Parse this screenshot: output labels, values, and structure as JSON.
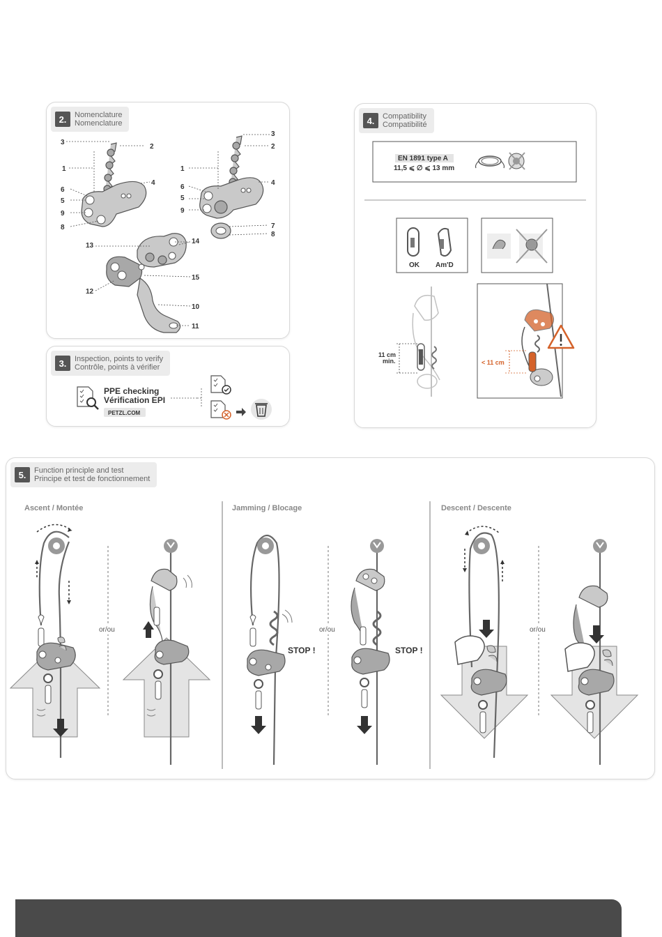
{
  "nomenclature": {
    "number": "2.",
    "title_en": "Nomenclature",
    "title_fr": "Nomenclature",
    "labels_left": [
      "3",
      "2",
      "1",
      "4",
      "6",
      "5",
      "9",
      "8"
    ],
    "labels_right": [
      "3",
      "2",
      "1",
      "4",
      "6",
      "5",
      "9",
      "7",
      "8"
    ],
    "labels_open": [
      "13",
      "14",
      "15",
      "12",
      "10",
      "11"
    ]
  },
  "inspection": {
    "number": "3.",
    "title_en": "Inspection, points to verify",
    "title_fr": "Contrôle, points à vérifier",
    "ppe_line1": "PPE checking",
    "ppe_line2": "Vérification EPI",
    "site": "PETZL.COM"
  },
  "compatibility": {
    "number": "4.",
    "title_en": "Compatibility",
    "title_fr": "Compatibilité",
    "standard": "EN 1891 type A",
    "diameter": "11,5 ⩽ ∅ ⩽ 13 mm",
    "carabiner_ok": "OK",
    "carabiner_amd": "Am'D",
    "min_distance": "11 cm min.",
    "min_distance_l1": "11 cm",
    "min_distance_l2": "min.",
    "warn_distance": "< 11 cm"
  },
  "function": {
    "number": "5.",
    "title_en": "Function principle and test",
    "title_fr": "Principe et test de fonctionnement",
    "sections": [
      "Ascent / Montée",
      "Jamming / Blocage",
      "Descent / Descente"
    ],
    "or_label": "or/ou",
    "stop_label": "STOP !"
  },
  "colors": {
    "warning": "#d4622a",
    "panel_border": "#d8d8d8",
    "footer": "#4a4a4a"
  }
}
